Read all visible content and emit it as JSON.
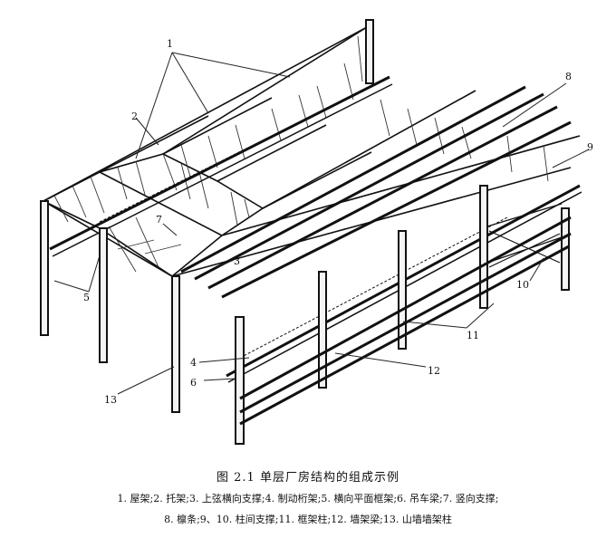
{
  "figure": {
    "title": "图 2.1   单层厂房结构的组成示例",
    "legend_line1": "1. 屋架;2. 托架;3. 上弦横向支撑;4. 制动桁架;5. 横向平面框架;6. 吊车梁;7. 竖向支撑;",
    "legend_line2": "8. 檩条;9、10. 柱间支撑;11. 框架柱;12. 墙架梁;13. 山墙墙架柱"
  },
  "labels": {
    "l1": "1",
    "l2": "2",
    "l3": "3",
    "l4": "4",
    "l5": "5",
    "l6": "6",
    "l7": "7",
    "l8": "8",
    "l9": "9",
    "l10": "10",
    "l11": "11",
    "l12": "12",
    "l13": "13"
  }
}
